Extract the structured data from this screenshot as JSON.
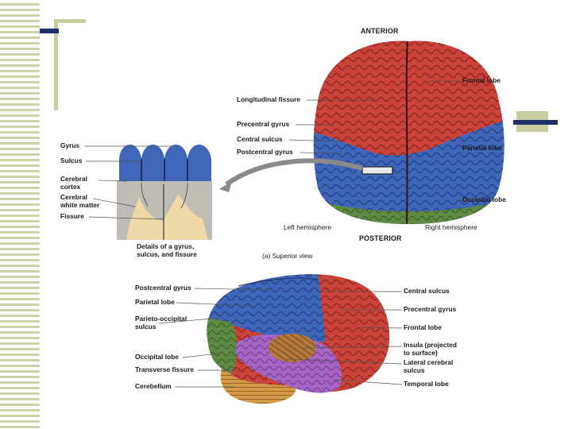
{
  "superior": {
    "anterior": "ANTERIOR",
    "posterior": "POSTERIOR",
    "left_hemisphere": "Left hemisphere",
    "right_hemisphere": "Right hemisphere",
    "caption": "(a) Superior view",
    "labels": {
      "longitudinal_fissure": "Longitudinal fissure",
      "precentral_gyrus": "Precentral gyrus",
      "central_sulcus": "Central sulcus",
      "postcentral_gyrus": "Postcentral gyrus",
      "frontal_lobe": "Frontal lobe",
      "parietal_lobe": "Parietal lobe",
      "occipital_lobe": "Occipital lobe"
    }
  },
  "detail": {
    "caption": "Details of a gyrus,\nsulcus, and fissure",
    "labels": {
      "gyrus": "Gyrus",
      "sulcus": "Sulcus",
      "cerebral_cortex": "Cerebral\ncortex",
      "white_matter": "Cerebral\nwhite matter",
      "fissure": "Fissure"
    }
  },
  "lateral": {
    "labels": {
      "postcentral_gyrus": "Postcentral gyrus",
      "parietal_lobe": "Parietal lobe",
      "parieto_occipital_sulcus": "Parieto-occipital\nsulcus",
      "occipital_lobe": "Occipital lobe",
      "transverse_fissure": "Transverse fissure",
      "cerebellum": "Cerebellum",
      "central_sulcus": "Central sulcus",
      "precentral_gyrus": "Precentral gyrus",
      "frontal_lobe": "Frontal lobe",
      "insula": "Insula (projected\nto surface)",
      "lateral_sulcus": "Lateral cerebral\nsulcus",
      "temporal_lobe": "Temporal lobe"
    }
  },
  "colors": {
    "frontal": "#c9433a",
    "parietal": "#3f66b8",
    "occipital": "#5e8a43",
    "temporal": "#a465c4",
    "cerebellum": "#d49a4a",
    "insula": "#b47a3c",
    "white_matter": "#f0d9a8",
    "deco_navy": "#1f2f6b",
    "deco_olive": "#c9cca0"
  }
}
